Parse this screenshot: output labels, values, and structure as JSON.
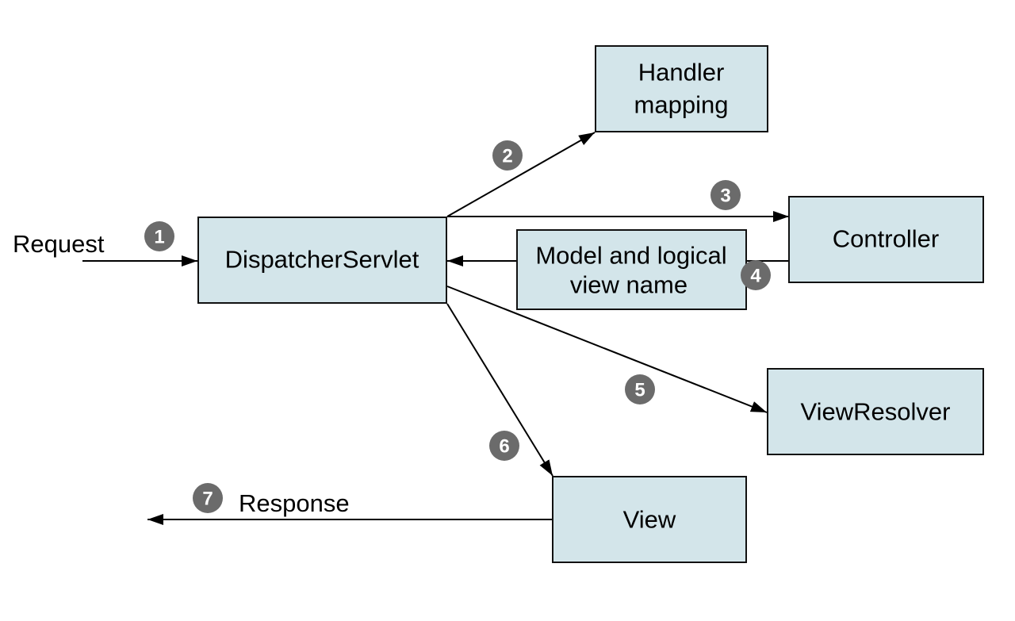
{
  "nodes": {
    "handler_mapping": {
      "line1": "Handler",
      "line2": "mapping"
    },
    "dispatcher_servlet": {
      "label": "DispatcherServlet"
    },
    "controller": {
      "label": "Controller"
    },
    "model_view": {
      "line1": "Model and logical",
      "line2": "view name"
    },
    "view_resolver": {
      "label": "ViewResolver"
    },
    "view": {
      "label": "View"
    }
  },
  "labels": {
    "request": "Request",
    "response": "Response"
  },
  "steps": [
    "1",
    "2",
    "3",
    "4",
    "5",
    "6",
    "7"
  ],
  "colors": {
    "box_fill": "#d3e5ea",
    "badge_fill": "#6b6b6b"
  }
}
